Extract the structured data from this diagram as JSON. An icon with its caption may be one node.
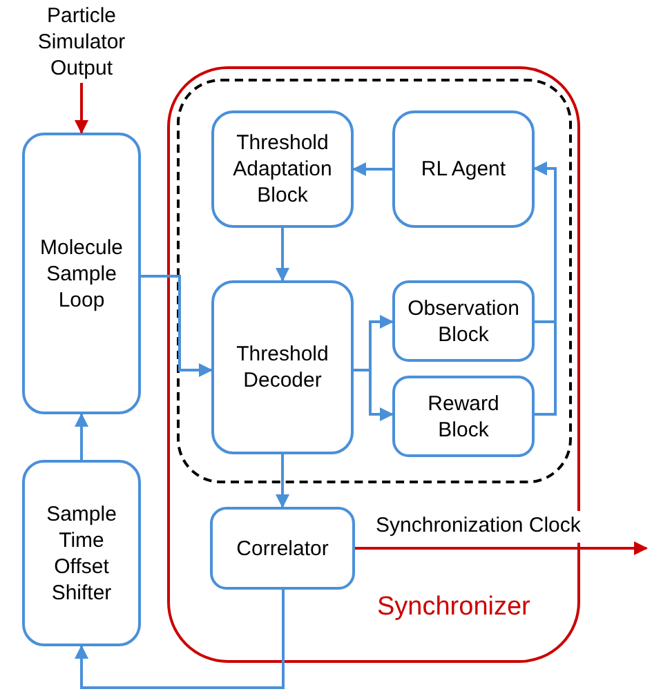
{
  "diagram": {
    "nodes": [
      {
        "text": [
          "Particle Simulator Output"
        ]
      },
      {
        "text": [
          "Synchronizer"
        ]
      },
      {
        "text": [],
        "shape": "box",
        "in": 1
      },
      {
        "text": [
          "Threshold Adaptation Block"
        ],
        "in": 2
      },
      {
        "text": [
          "RL Agent"
        ],
        "in": 2
      },
      {
        "text": [
          "Threshold Decoder"
        ],
        "in": 2
      },
      {
        "text": [
          "Observation Block"
        ],
        "in": 2
      },
      {
        "text": [
          "Reward Block"
        ],
        "in": 2
      },
      {
        "text": [
          "Correlator"
        ],
        "in": 1
      },
      {
        "text": [
          "Molecule Sample Loop"
        ]
      },
      {
        "text": [
          "Sample Time Offset Shifter"
        ]
      }
    ],
    "edges": [
      {
        "from": 0,
        "to": 9,
        "arrow": "to",
        "color": "#cc0000"
      },
      {
        "from": 9,
        "to": 5,
        "arrow": "to"
      },
      {
        "from": 4,
        "to": 3,
        "arrow": "to"
      },
      {
        "from": 3,
        "to": 5,
        "arrow": "to"
      },
      {
        "from": 5,
        "to": 6,
        "arrow": "to"
      },
      {
        "from": 5,
        "to": 7,
        "arrow": "to"
      },
      {
        "from": 6,
        "to": 4,
        "arrow": "to"
      },
      {
        "from": 7,
        "to": 4,
        "arrow": "to"
      },
      {
        "from": 5,
        "to": 8,
        "arrow": "to"
      },
      {
        "from": 8,
        "to": null,
        "arrow": "to",
        "label": "Synchronization Clock",
        "color": "#cc0000"
      },
      {
        "from": 8,
        "to": 10,
        "arrow": "to"
      },
      {
        "from": 10,
        "to": 9,
        "arrow": "to"
      }
    ]
  }
}
